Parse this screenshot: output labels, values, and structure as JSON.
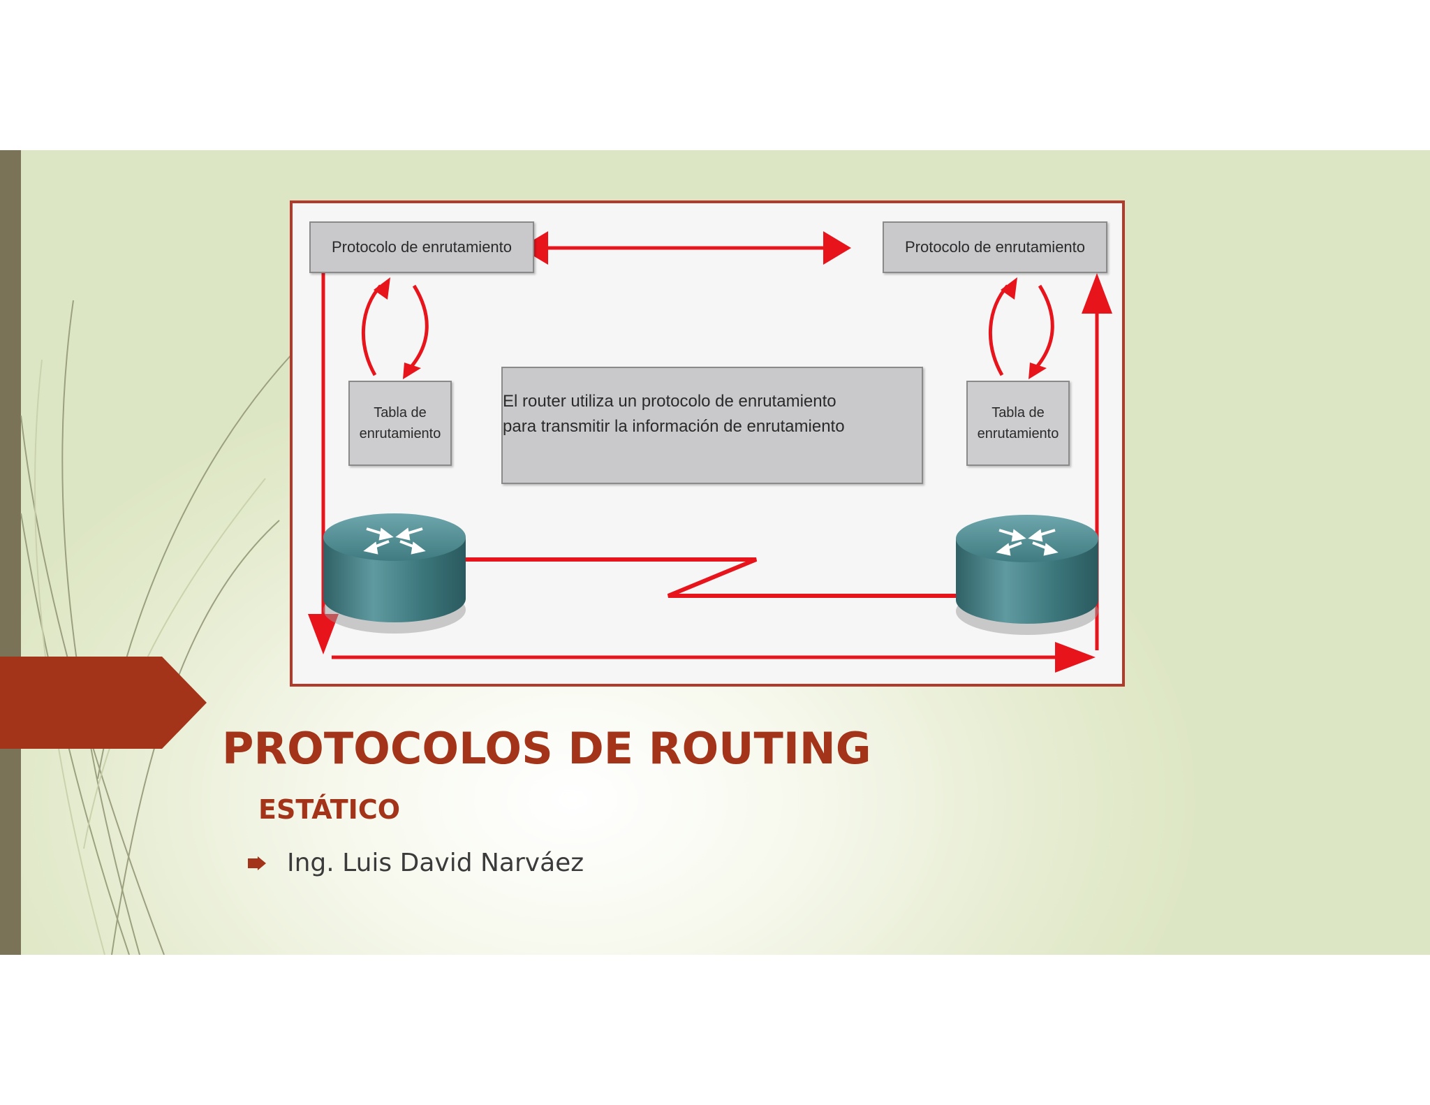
{
  "slide": {
    "title": "PROTOCOLOS DE ROUTING",
    "subtitle": "ESTÁTICO",
    "bullet": "Ing. Luis David Narváez",
    "bullet_icon": "arrow-bullet-icon"
  },
  "figure": {
    "left_protocol": "Protocolo de enrutamiento",
    "right_protocol": "Protocolo de enrutamiento",
    "left_table_line1": "Tabla de",
    "left_table_line2": "enrutamiento",
    "right_table_line1": "Tabla de",
    "right_table_line2": "enrutamiento",
    "description_line1": "El router utiliza un protocolo de enrutamiento",
    "description_line2": "para transmitir la información de enrutamiento",
    "left_router_icon": "router-icon",
    "right_router_icon": "router-icon"
  },
  "colors": {
    "accent": "#a33319",
    "frame": "#b23a2a",
    "arrow": "#e8141c",
    "sidebar": "#7a7358",
    "router": "#3f7b80"
  }
}
